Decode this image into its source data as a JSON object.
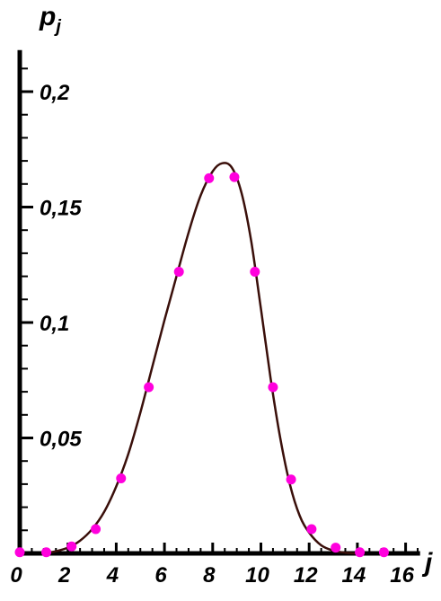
{
  "chart_data": {
    "type": "scatter",
    "title": "",
    "xlabel": "j",
    "ylabel": {
      "base": "p",
      "sub": "j"
    },
    "xlim": [
      0,
      16.6
    ],
    "ylim": [
      0,
      0.218
    ],
    "x_ticks": [
      {
        "value": 0,
        "label": "0"
      },
      {
        "value": 2,
        "label": "2"
      },
      {
        "value": 4,
        "label": "4"
      },
      {
        "value": 6,
        "label": "6"
      },
      {
        "value": 8,
        "label": "8"
      },
      {
        "value": 10,
        "label": "10"
      },
      {
        "value": 12,
        "label": "12"
      },
      {
        "value": 14,
        "label": "14"
      },
      {
        "value": 16,
        "label": "16"
      }
    ],
    "y_ticks": [
      {
        "value": 0.05,
        "label": "0,05"
      },
      {
        "value": 0.1,
        "label": "0,1"
      },
      {
        "value": 0.15,
        "label": "0,15"
      },
      {
        "value": 0.2,
        "label": "0,2"
      }
    ],
    "grid": false,
    "colors": {
      "points": "#ff00dd",
      "curve": "#3a0f0a",
      "axis": "#000000"
    },
    "series": [
      {
        "kind": "points",
        "x": [
          0,
          1.1,
          2.15,
          3.15,
          4.2,
          5.35,
          6.6,
          7.85,
          8.9,
          9.75,
          10.5,
          11.25,
          12.1,
          13.1,
          14.1,
          15.1
        ],
        "y": [
          0.0005,
          0.0005,
          0.003,
          0.0105,
          0.0325,
          0.072,
          0.122,
          0.1625,
          0.163,
          0.122,
          0.072,
          0.032,
          0.0105,
          0.0025,
          0.0005,
          0.0005
        ]
      },
      {
        "kind": "curve",
        "x": [
          0.9,
          1.4,
          2.0,
          2.5,
          3.0,
          3.5,
          4.0,
          4.5,
          5.0,
          5.5,
          6.0,
          6.5,
          7.0,
          7.5,
          8.0,
          8.4,
          8.8,
          9.2,
          9.6,
          10.0,
          10.4,
          10.8,
          11.2,
          11.6,
          12.0,
          12.5,
          13.0,
          13.5,
          14.0
        ],
        "y": [
          0.0,
          0.0007,
          0.0025,
          0.0055,
          0.0105,
          0.018,
          0.029,
          0.043,
          0.061,
          0.081,
          0.101,
          0.12,
          0.139,
          0.155,
          0.1655,
          0.169,
          0.167,
          0.156,
          0.135,
          0.106,
          0.076,
          0.05,
          0.03,
          0.0165,
          0.009,
          0.0035,
          0.0012,
          0.0003,
          0.0
        ]
      }
    ]
  }
}
